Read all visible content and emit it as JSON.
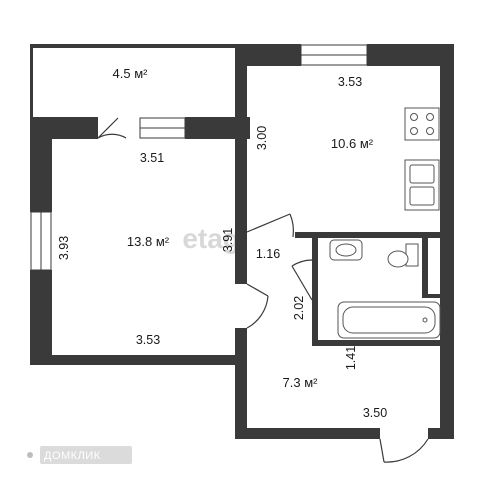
{
  "rooms": {
    "balcony": {
      "area": "4.5 м²"
    },
    "room": {
      "area": "13.8 м²",
      "dim_top": "3.51",
      "dim_left": "3.93",
      "dim_bottom": "3.53",
      "dim_right": "3.91"
    },
    "kitchen": {
      "area": "10.6 м²",
      "dim_top": "3.53",
      "dim_left": "3.00"
    },
    "bathroom": {
      "dim_top": "1.16",
      "dim_left": "2.02"
    },
    "hall": {
      "area": "7.3 м²",
      "dim_side": "1.41",
      "dim_bottom": "3.50"
    }
  },
  "watermark": "etagi",
  "logo": {
    "text": "ДОМКЛИК"
  },
  "colors": {
    "wall": "#3a3a3a",
    "fixture": "#555555",
    "window": "#ffffff"
  }
}
